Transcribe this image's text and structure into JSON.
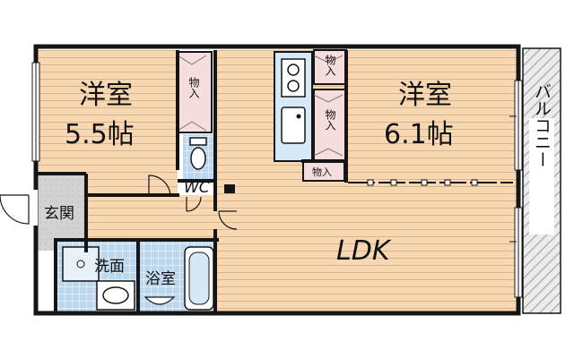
{
  "rooms": {
    "western_room_left": {
      "name": "洋室",
      "size": "5.5帖"
    },
    "western_room_right": {
      "name": "洋室",
      "size": "6.1帖"
    },
    "ldk": "LDK",
    "entrance": "玄関",
    "washroom": "洗面",
    "bathroom": "浴室",
    "toilet": "WC",
    "balcony": "バルコニー"
  },
  "storage": {
    "closet_label": "物入"
  },
  "colors": {
    "floor_wood": "#f7d8b2",
    "storage_pink": "#f6dede",
    "tile_blue": "#bcd7ee",
    "wall": "#151515",
    "balcony_hatch": "#bdbdbd"
  }
}
